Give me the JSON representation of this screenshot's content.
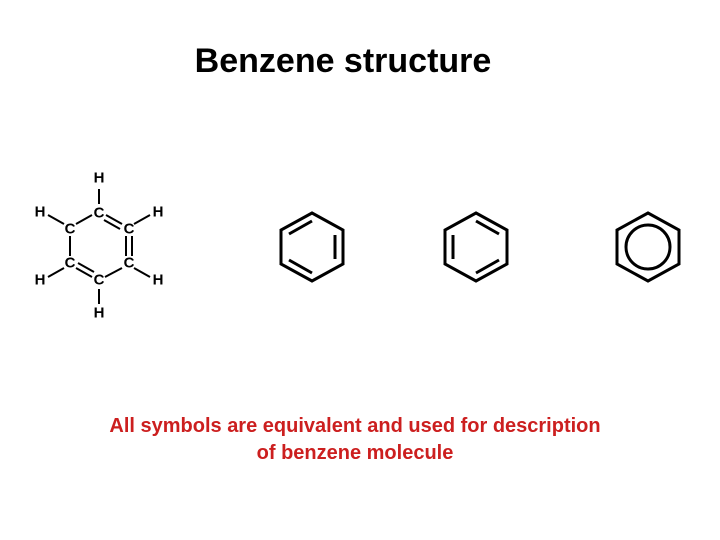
{
  "title": "Benzene structure",
  "structural_formula": {
    "atoms": {
      "carbon": "C",
      "hydrogen": "H"
    }
  },
  "caption": {
    "line1": "All symbols are equivalent and used for description",
    "line2": "of benzene molecule"
  },
  "colors": {
    "caption": "#cc1f1f",
    "lines": "#000000",
    "background": "#ffffff"
  }
}
